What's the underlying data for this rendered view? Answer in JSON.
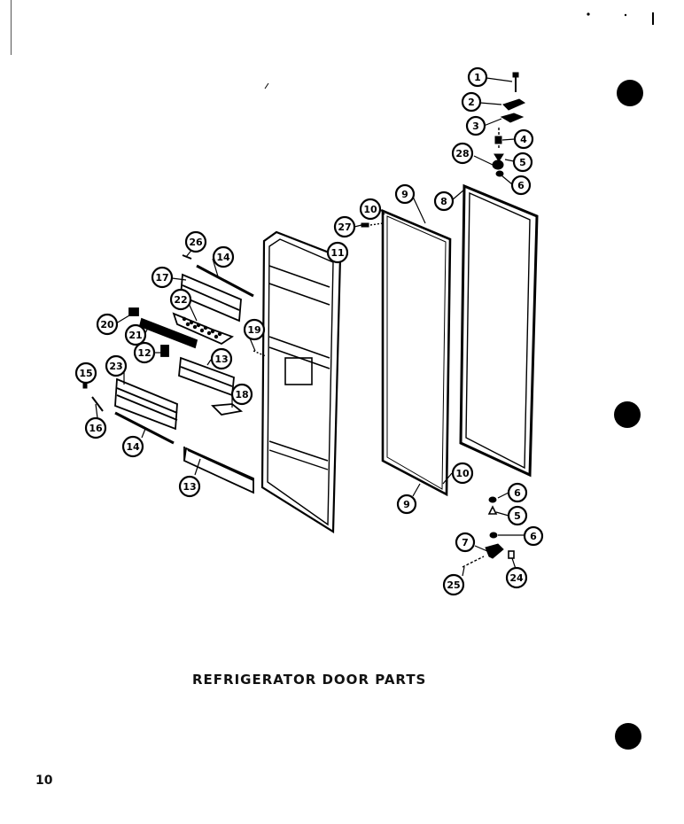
{
  "title": "REFRIGERATOR DOOR PARTS",
  "page_number": "10",
  "callouts": [
    {
      "id": "c1",
      "label": "1"
    },
    {
      "id": "c2",
      "label": "2"
    },
    {
      "id": "c3",
      "label": "3"
    },
    {
      "id": "c4",
      "label": "4"
    },
    {
      "id": "c5a",
      "label": "5"
    },
    {
      "id": "c28",
      "label": "28"
    },
    {
      "id": "c6a",
      "label": "6"
    },
    {
      "id": "c8",
      "label": "8"
    },
    {
      "id": "c9a",
      "label": "9"
    },
    {
      "id": "c10a",
      "label": "10"
    },
    {
      "id": "c27",
      "label": "27"
    },
    {
      "id": "c11",
      "label": "11"
    },
    {
      "id": "c26",
      "label": "26"
    },
    {
      "id": "c14a",
      "label": "14"
    },
    {
      "id": "c17",
      "label": "17"
    },
    {
      "id": "c22",
      "label": "22"
    },
    {
      "id": "c20",
      "label": "20"
    },
    {
      "id": "c21",
      "label": "21"
    },
    {
      "id": "c19",
      "label": "19"
    },
    {
      "id": "c12",
      "label": "12"
    },
    {
      "id": "c13a",
      "label": "13"
    },
    {
      "id": "c15",
      "label": "15"
    },
    {
      "id": "c23",
      "label": "23"
    },
    {
      "id": "c18",
      "label": "18"
    },
    {
      "id": "c16",
      "label": "16"
    },
    {
      "id": "c14b",
      "label": "14"
    },
    {
      "id": "c13b",
      "label": "13"
    },
    {
      "id": "c10b",
      "label": "10"
    },
    {
      "id": "c9b",
      "label": "9"
    },
    {
      "id": "c6b",
      "label": "6"
    },
    {
      "id": "c5b",
      "label": "5"
    },
    {
      "id": "c6c",
      "label": "6"
    },
    {
      "id": "c7",
      "label": "7"
    },
    {
      "id": "c25",
      "label": "25"
    },
    {
      "id": "c24",
      "label": "24"
    }
  ]
}
